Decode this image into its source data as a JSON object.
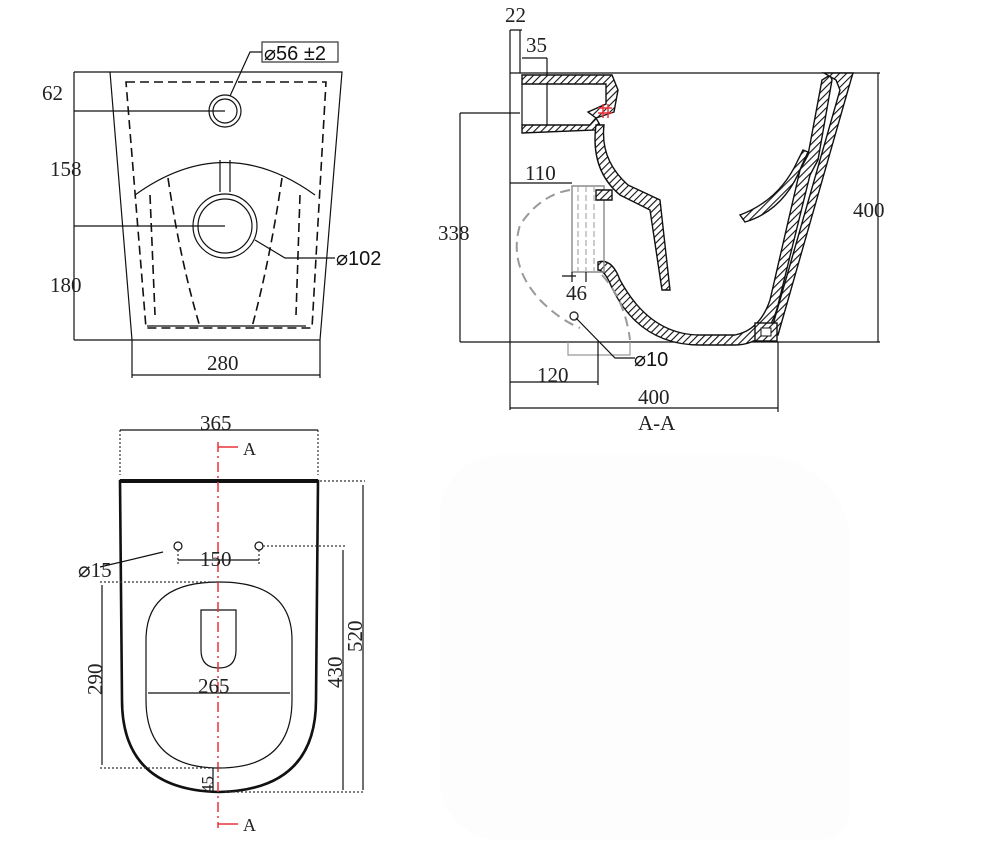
{
  "drawing": {
    "subject": "Back-to-wall toilet technical drawing",
    "views": {
      "rear_view": {
        "dimensions": {
          "top_to_inlet": "62",
          "inlet_to_outlet": "158",
          "outlet_to_floor": "180",
          "base_width": "280",
          "inlet_diameter": "⌀56 ±2",
          "outlet_diameter": "⌀102"
        }
      },
      "section_view": {
        "title": "A-A",
        "dimensions": {
          "wall_gap": "22",
          "inlet_offset": "35",
          "inlet_height": "338",
          "outlet_center": "110",
          "outlet_width": "46",
          "fixing_offset": "120",
          "depth": "400",
          "height": "400",
          "fixing_hole": "⌀10"
        }
      },
      "top_view": {
        "dimensions": {
          "width": "365",
          "seat_hole_spacing": "150",
          "seat_hole_diameter": "⌀15",
          "bowl_length": "290",
          "bowl_width": "265",
          "rim_thickness": "45",
          "hole_to_front": "430",
          "total_length": "520"
        },
        "section_marker_top": "A",
        "section_marker_bottom": "A"
      }
    },
    "colors": {
      "line": "#111111",
      "section_line": "#e8323a",
      "text": "#222222",
      "background": "#ffffff"
    }
  }
}
